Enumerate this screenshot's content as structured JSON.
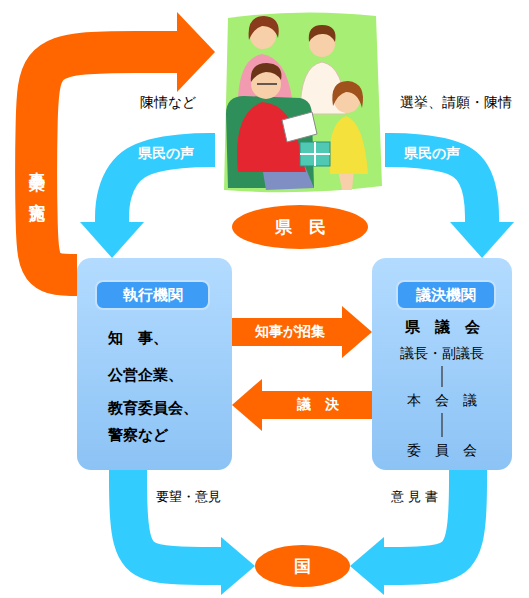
{
  "diagram": {
    "nodes": [
      {
        "text": [
          "県　民"
        ]
      },
      {
        "text": [
          "知　事、",
          "公営企業、",
          "教育委員会、",
          "警察など"
        ]
      },
      {
        "text": [
          "執行機関"
        ],
        "in": 1
      },
      {
        "text": [
          "県　議　会",
          "議長・副議長",
          "本　会　議",
          "委　員　会"
        ]
      },
      {
        "text": [
          "議決機関"
        ],
        "in": 3
      },
      {
        "text": [
          "国"
        ]
      }
    ],
    "edges": [
      {
        "from": 0,
        "to": 1,
        "arrow": "to",
        "label": "県民の声"
      },
      {
        "from": 0,
        "to": 3,
        "arrow": "to",
        "label": "県民の声"
      },
      {
        "from": 1,
        "to": 0,
        "arrow": "to",
        "label": "事業の実施"
      },
      {
        "from": 1,
        "to": 3,
        "arrow": "to",
        "label": "知事が招集"
      },
      {
        "from": 3,
        "to": 1,
        "arrow": "to",
        "label": "議　決"
      },
      {
        "from": 1,
        "to": 5,
        "arrow": "to",
        "label": "要望・意見"
      },
      {
        "from": 3,
        "to": 5,
        "arrow": "to",
        "label": "意見書"
      }
    ],
    "labels": [
      "陳情など",
      "選挙、請願・陳情"
    ]
  }
}
